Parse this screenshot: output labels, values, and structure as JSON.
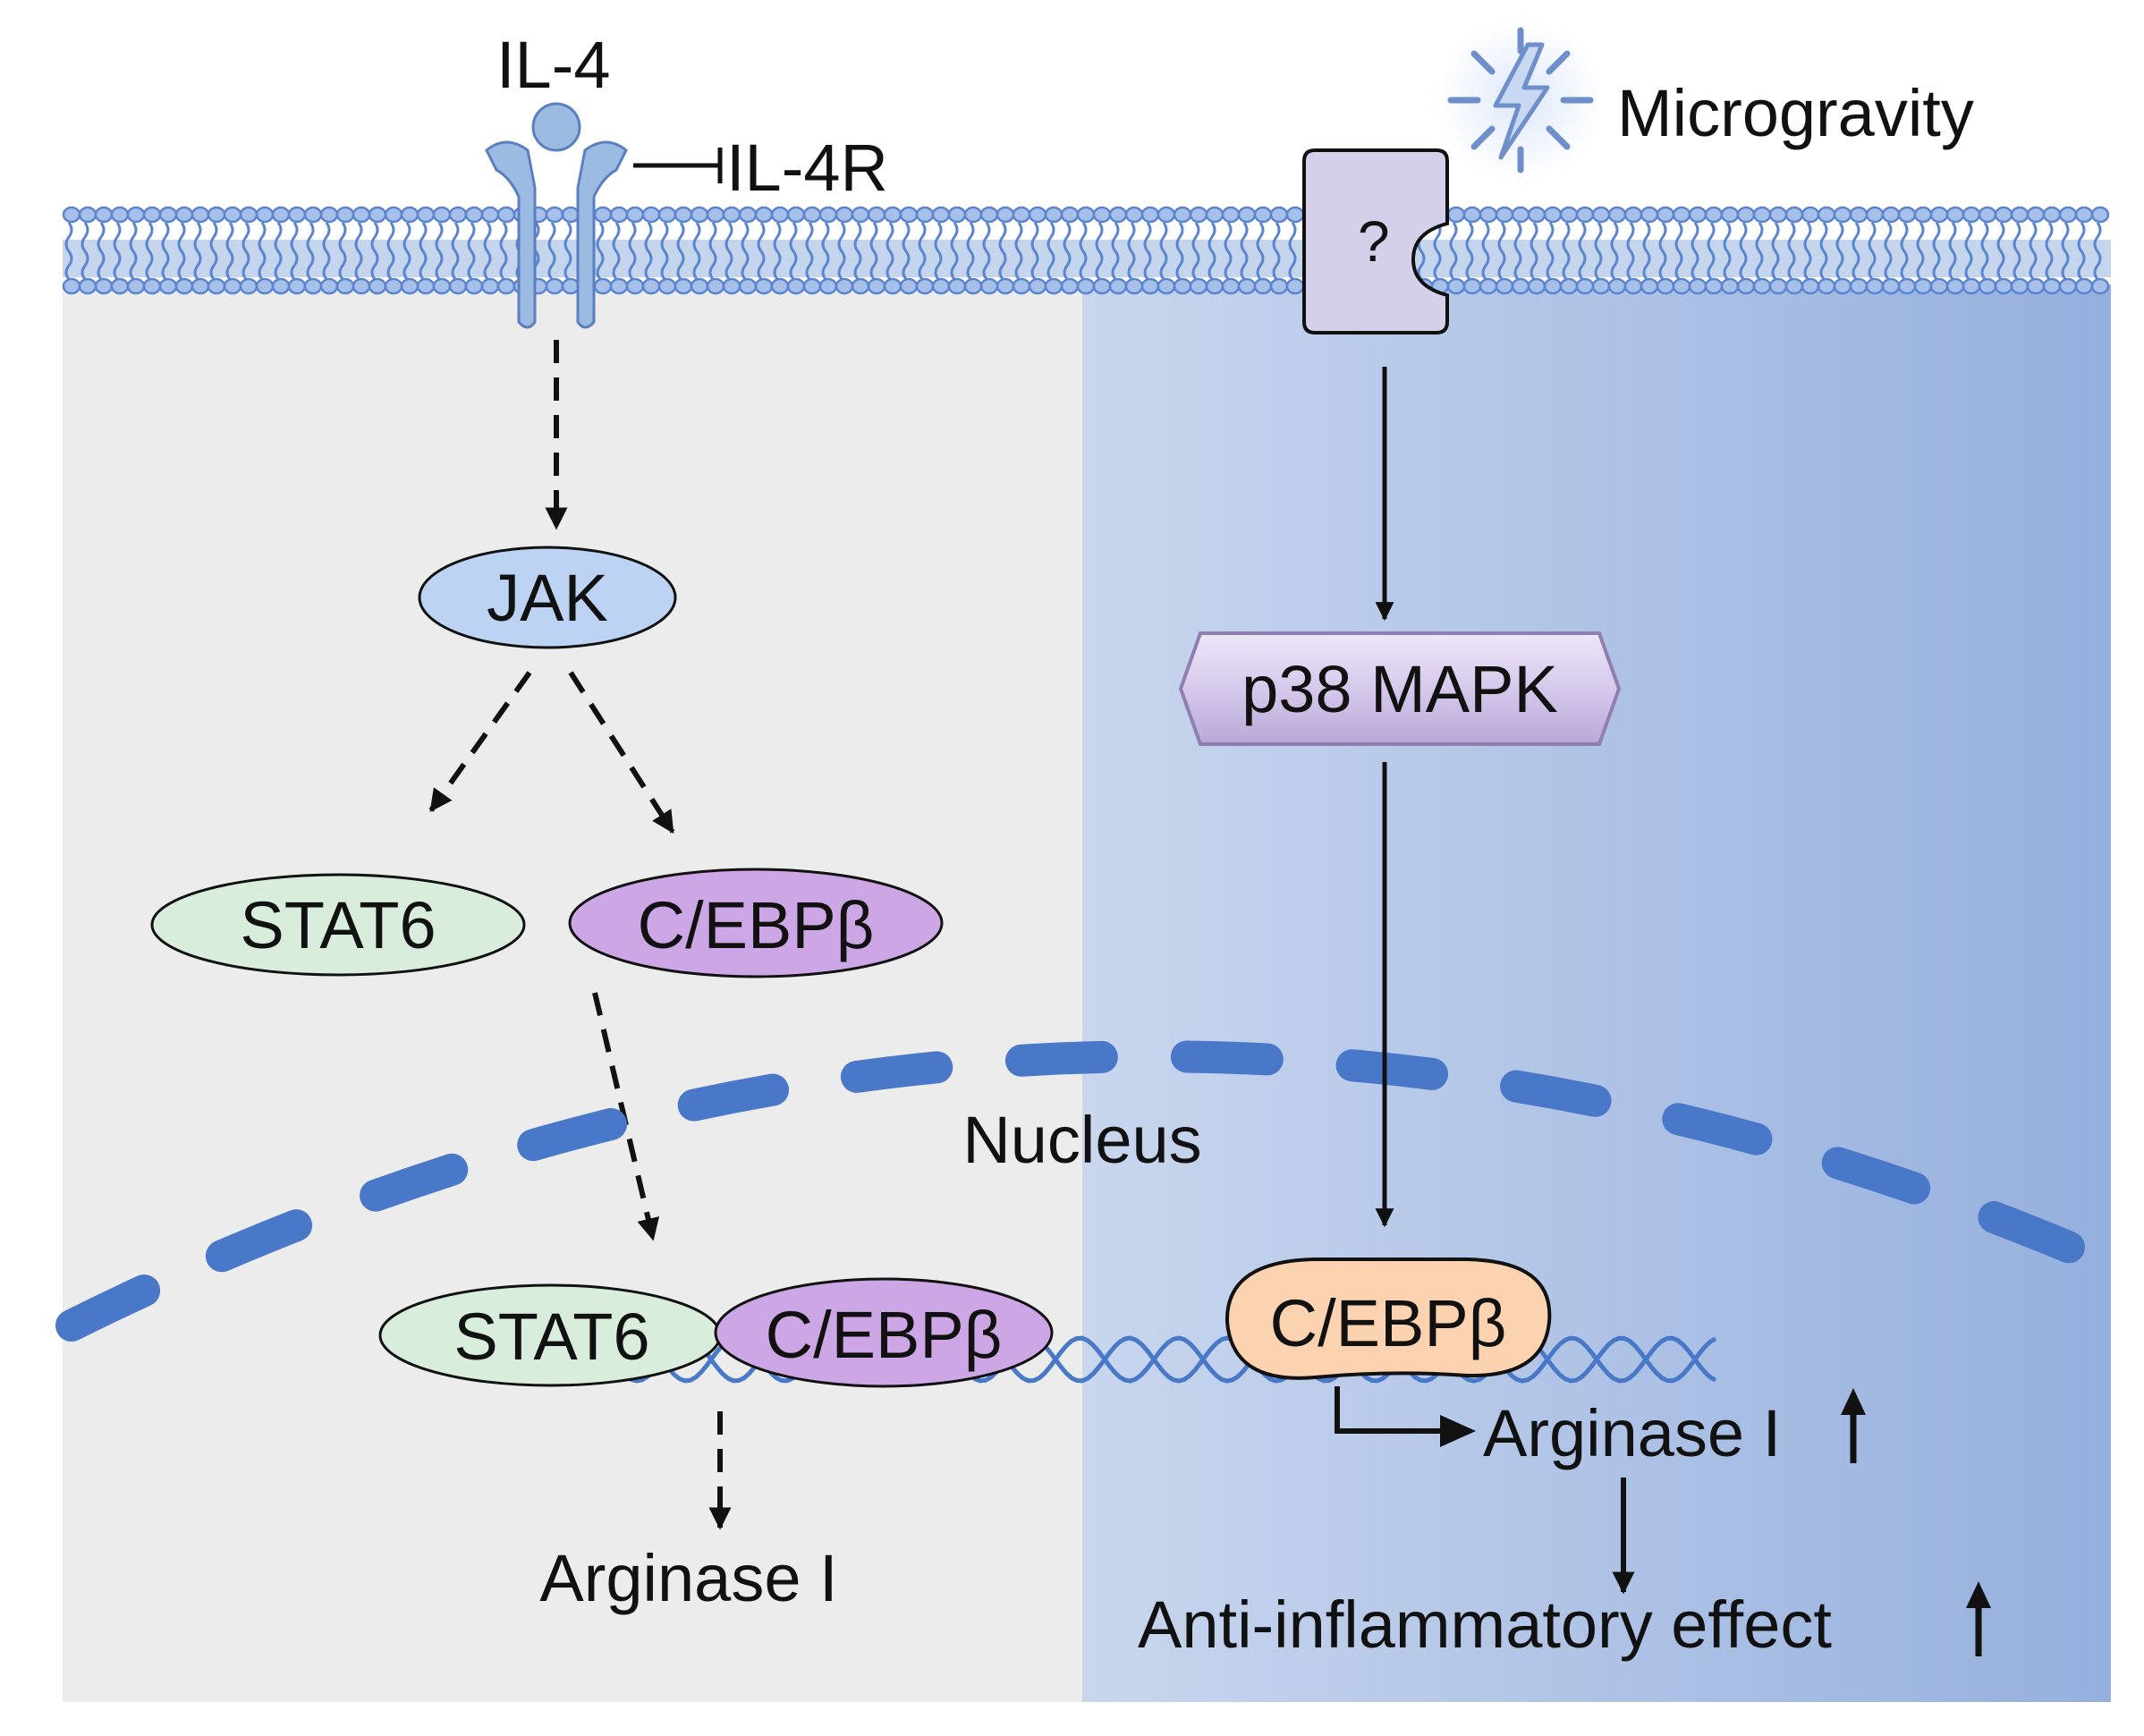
{
  "labels": {
    "il4": "IL-4",
    "il4r": "IL-4R",
    "microgravity": "Microgravity",
    "unknown_receptor": "?",
    "jak": "JAK",
    "stat6": "STAT6",
    "cebpb": "C/EBPβ",
    "nucleus": "Nucleus",
    "stat6_nuclear": "STAT6",
    "cebpb_nuclear": "C/EBPβ",
    "arginase_left": "Arginase I",
    "p38": "p38 MAPK",
    "cebpb_right": "C/EBPβ",
    "arginase_right": "Arginase I",
    "anti_inflammatory": "Anti-inflammatory effect"
  },
  "icons": {
    "microgravity": "lightning-burst-icon",
    "il4_receptor": "transmembrane-receptor-icon",
    "increase_marker": "up-arrow-icon",
    "dna": "double-helix-icon"
  },
  "colors": {
    "membrane": "#5b86cf",
    "left_panel": "#ececec",
    "right_panel_start": "#c9d6ee",
    "right_panel_end": "#95b0dd",
    "jak": "#bcd3f3",
    "stat6": "#d8eddc",
    "cebpb": "#cda6e6",
    "cebpb_right": "#fbd3b0",
    "p38": "#d9cdee",
    "receptor": "#d4d0ea",
    "nucleus_envelope": "#4a78c9",
    "dna": "#4a78c9"
  }
}
